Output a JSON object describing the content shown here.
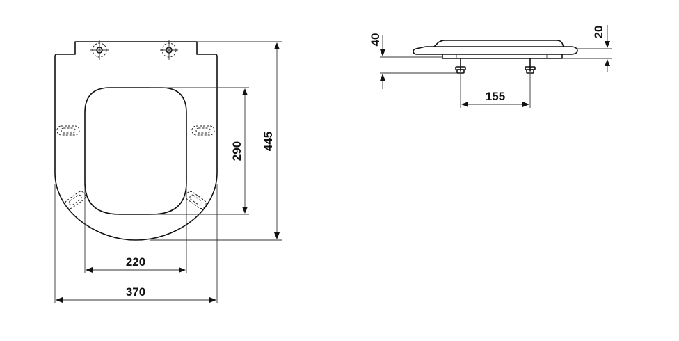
{
  "colors": {
    "line": "#111111",
    "background": "#ffffff"
  },
  "dimensions": {
    "overall_width": "370",
    "inner_width": "220",
    "inner_length": "290",
    "overall_length": "445",
    "hinge_spacing": "155",
    "total_height": "40",
    "seat_thickness": "20"
  }
}
